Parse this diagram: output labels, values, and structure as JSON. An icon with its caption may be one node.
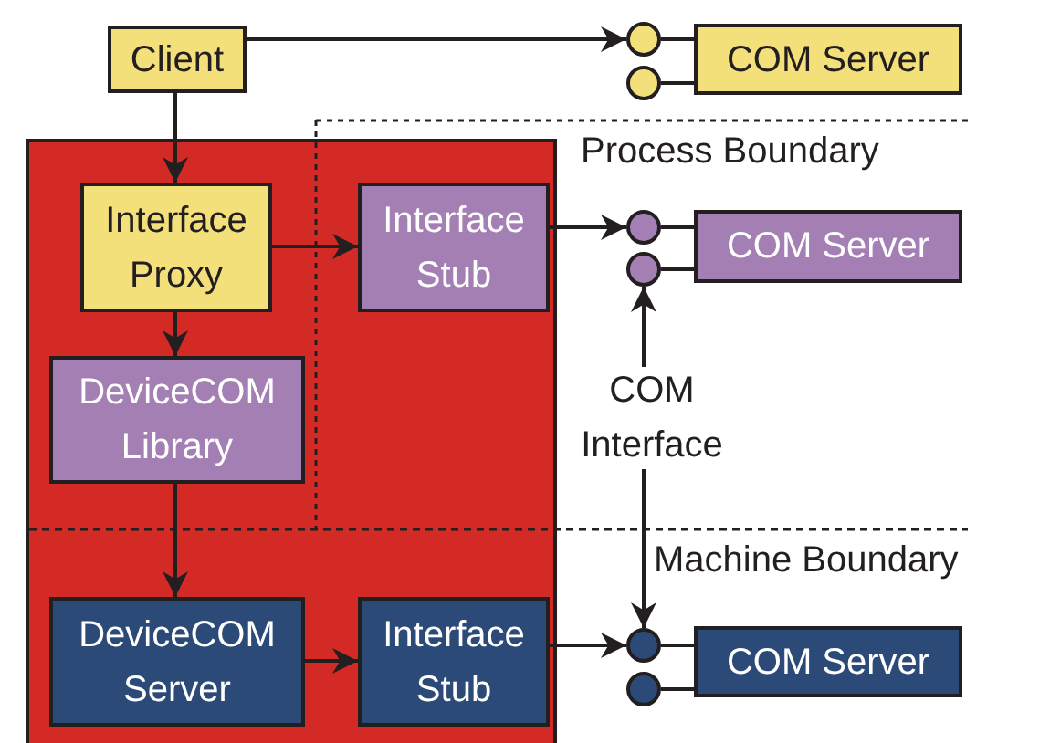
{
  "diagram": {
    "nodes": [
      {
        "text": [],
        "shape": "box"
      },
      {
        "text": [
          "Client"
        ]
      },
      {
        "text": [
          "Interface Proxy"
        ],
        "in": 0
      },
      {
        "text": [
          "Interface Stub"
        ],
        "in": 0
      },
      {
        "text": [
          "DeviceCOM Library"
        ],
        "in": 0
      },
      {
        "text": [
          "DeviceCOM Server"
        ],
        "in": 0
      },
      {
        "text": [
          "Interface Stub"
        ],
        "in": 0
      },
      {
        "text": [
          "COM Server"
        ]
      },
      {
        "text": [
          "COM Server"
        ]
      },
      {
        "text": [
          "COM Server"
        ]
      },
      {
        "text": [
          "COM Interface"
        ]
      },
      {
        "text": [],
        "shape": "circle"
      },
      {
        "text": [],
        "shape": "circle"
      },
      {
        "text": [],
        "shape": "circle"
      },
      {
        "text": [],
        "shape": "circle"
      },
      {
        "text": [],
        "shape": "circle"
      },
      {
        "text": [],
        "shape": "circle"
      }
    ],
    "edges": [
      {
        "from": 1,
        "to": 11,
        "arrow": "to"
      },
      {
        "from": 1,
        "to": 2,
        "arrow": "to"
      },
      {
        "from": 2,
        "to": 3,
        "arrow": "to"
      },
      {
        "from": 2,
        "to": 4,
        "arrow": "to"
      },
      {
        "from": 4,
        "to": 5,
        "arrow": "to"
      },
      {
        "from": 5,
        "to": 6,
        "arrow": "to"
      },
      {
        "from": 3,
        "to": 13,
        "arrow": "to"
      },
      {
        "from": 6,
        "to": 15,
        "arrow": "to"
      },
      {
        "from": 10,
        "to": 14,
        "arrow": "to"
      },
      {
        "from": 10,
        "to": 15,
        "arrow": "to"
      },
      {
        "from": 11,
        "to": 7,
        "arrow": "none"
      },
      {
        "from": 12,
        "to": 7,
        "arrow": "none"
      },
      {
        "from": 13,
        "to": 8,
        "arrow": "none"
      },
      {
        "from": 14,
        "to": 8,
        "arrow": "none"
      },
      {
        "from": 15,
        "to": 9,
        "arrow": "none"
      },
      {
        "from": 16,
        "to": 9,
        "arrow": "none"
      }
    ],
    "labels": [
      "Process Boundary",
      "Machine Boundary"
    ]
  }
}
